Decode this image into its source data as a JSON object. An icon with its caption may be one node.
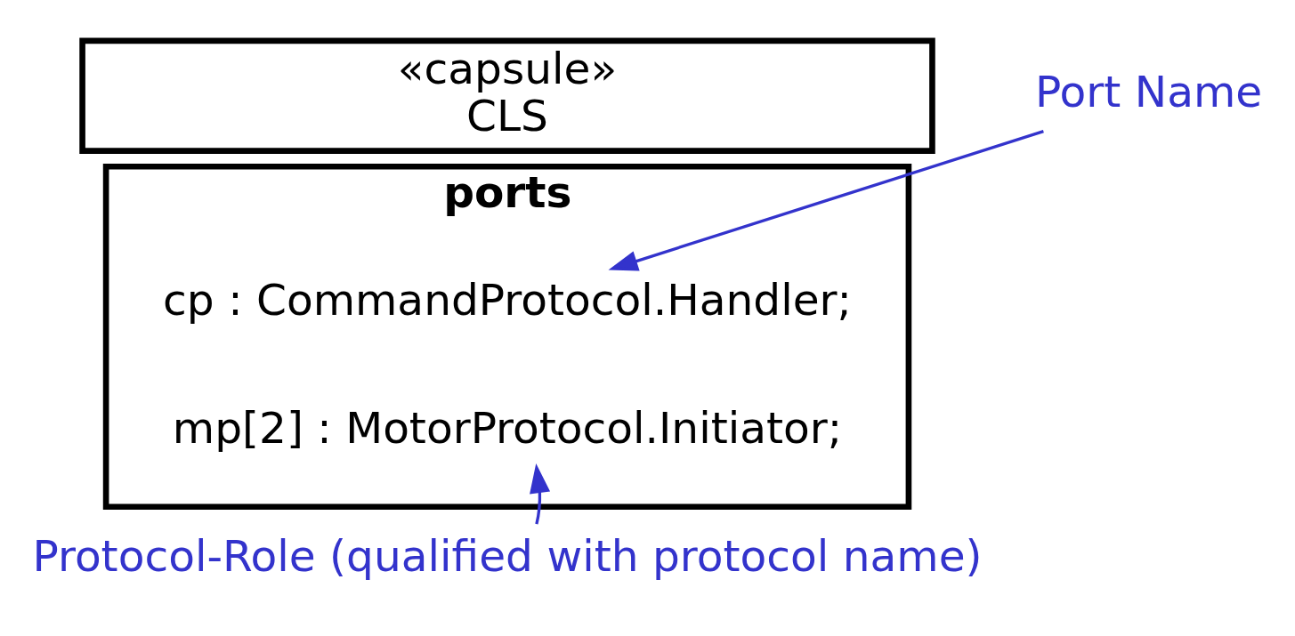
{
  "diagram": {
    "nodes": [
      {
        "text": [
          "«capsule»",
          "CLS"
        ]
      },
      {
        "text": [
          "ports"
        ]
      },
      {
        "text": [
          "cp : CommandProtocol.Handler;"
        ],
        "in": 1
      },
      {
        "text": [
          "mp[2] : MotorProtocol.Initiator;"
        ],
        "in": 1
      },
      {
        "text": [
          "Port Name"
        ]
      },
      {
        "text": [
          "Protocol-Role (qualified with protocol name)"
        ]
      }
    ],
    "edges": [
      {
        "from": 4,
        "to": 2,
        "arrow": "to"
      },
      {
        "from": 5,
        "to": 3,
        "arrow": "to"
      }
    ]
  }
}
